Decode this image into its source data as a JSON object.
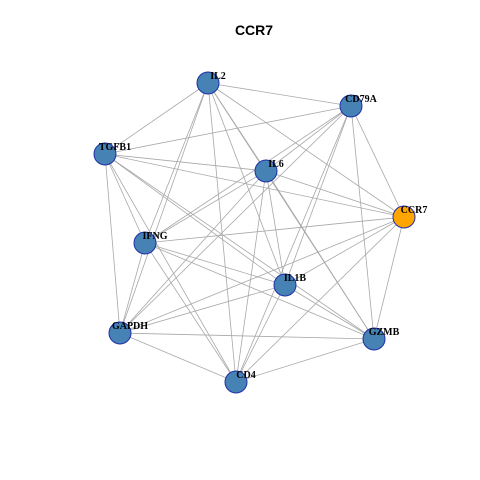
{
  "title": "CCR7",
  "colors": {
    "default_node": "#4682b4",
    "highlight_node": "#ffa500",
    "node_border": "#1f2fa8",
    "edge": "#a8a8a8"
  },
  "nodes": [
    {
      "id": "IL2",
      "label": "IL2",
      "highlight": false
    },
    {
      "id": "CD79A",
      "label": "CD79A",
      "highlight": false
    },
    {
      "id": "TGFB1",
      "label": "TGFB1",
      "highlight": false
    },
    {
      "id": "IL6",
      "label": "IL6",
      "highlight": false
    },
    {
      "id": "CCR7",
      "label": "CCR7",
      "highlight": true
    },
    {
      "id": "IFNG",
      "label": "IFNG",
      "highlight": false
    },
    {
      "id": "IL1B",
      "label": "IL1B",
      "highlight": false
    },
    {
      "id": "GAPDH",
      "label": "GAPDH",
      "highlight": false
    },
    {
      "id": "GZMB",
      "label": "GZMB",
      "highlight": false
    },
    {
      "id": "CD4",
      "label": "CD4",
      "highlight": false
    }
  ],
  "edges": [
    [
      "IL2",
      "CD79A"
    ],
    [
      "IL2",
      "TGFB1"
    ],
    [
      "IL2",
      "IL6"
    ],
    [
      "IL2",
      "CCR7"
    ],
    [
      "IL2",
      "IFNG"
    ],
    [
      "IL2",
      "IL1B"
    ],
    [
      "IL2",
      "GAPDH"
    ],
    [
      "IL2",
      "GZMB"
    ],
    [
      "IL2",
      "CD4"
    ],
    [
      "CD79A",
      "TGFB1"
    ],
    [
      "CD79A",
      "IL6"
    ],
    [
      "CD79A",
      "CCR7"
    ],
    [
      "CD79A",
      "IFNG"
    ],
    [
      "CD79A",
      "IL1B"
    ],
    [
      "CD79A",
      "GAPDH"
    ],
    [
      "CD79A",
      "GZMB"
    ],
    [
      "CD79A",
      "CD4"
    ],
    [
      "TGFB1",
      "IL6"
    ],
    [
      "TGFB1",
      "CCR7"
    ],
    [
      "TGFB1",
      "IFNG"
    ],
    [
      "TGFB1",
      "IL1B"
    ],
    [
      "TGFB1",
      "GAPDH"
    ],
    [
      "TGFB1",
      "GZMB"
    ],
    [
      "TGFB1",
      "CD4"
    ],
    [
      "IL6",
      "CCR7"
    ],
    [
      "IL6",
      "IFNG"
    ],
    [
      "IL6",
      "IL1B"
    ],
    [
      "IL6",
      "GAPDH"
    ],
    [
      "IL6",
      "GZMB"
    ],
    [
      "IL6",
      "CD4"
    ],
    [
      "CCR7",
      "IFNG"
    ],
    [
      "CCR7",
      "IL1B"
    ],
    [
      "CCR7",
      "GAPDH"
    ],
    [
      "CCR7",
      "GZMB"
    ],
    [
      "CCR7",
      "CD4"
    ],
    [
      "IFNG",
      "IL1B"
    ],
    [
      "IFNG",
      "GAPDH"
    ],
    [
      "IFNG",
      "GZMB"
    ],
    [
      "IFNG",
      "CD4"
    ],
    [
      "IL1B",
      "GAPDH"
    ],
    [
      "IL1B",
      "GZMB"
    ],
    [
      "IL1B",
      "CD4"
    ],
    [
      "GAPDH",
      "GZMB"
    ],
    [
      "GAPDH",
      "CD4"
    ],
    [
      "GZMB",
      "CD4"
    ]
  ]
}
